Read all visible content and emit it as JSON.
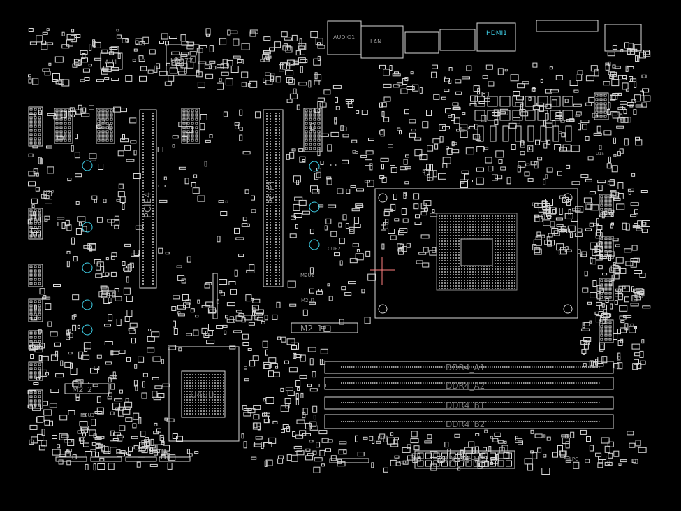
{
  "viewer": {
    "background": "#000000",
    "outline_color": "#d8d8d8",
    "accent_color": "#3fd0e8",
    "label_color": "#9a9a9a",
    "marker_color": "#ff8080"
  },
  "labels": {
    "au1": "AU1",
    "u1077": "U1077",
    "u22": "U22",
    "pcie4": "PCIE4",
    "pcie1": "PCIE1",
    "audio1": "AUDIO1",
    "hdmi1": "HDMI1",
    "lan": "LAN",
    "m2u2": "M2U2",
    "m2u1": "M2U1",
    "m2_1": "M2_1",
    "m2_2": "M2_2",
    "m2u3": "M2U3",
    "u4u0": "U4u0",
    "cup2": "CUP2",
    "ddr4_a1": "DDR4_A1",
    "ddr4_a2": "DDR4_A2",
    "ddr4_b1": "DDR4_B1",
    "ddr4_b2": "DDR4_B2",
    "atxpwr1": "ATXPWR1",
    "lpc": "LPC",
    "u15": "U15"
  }
}
